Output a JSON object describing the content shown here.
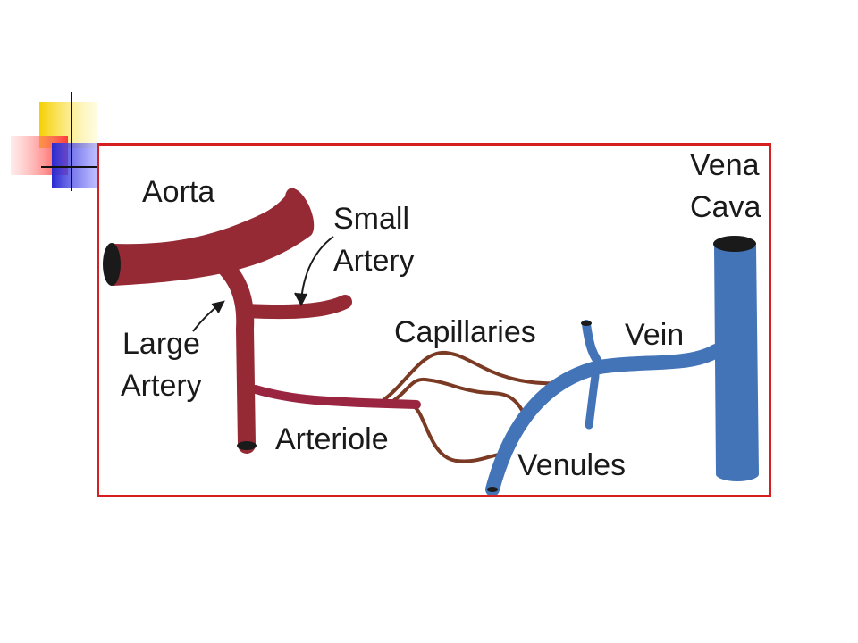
{
  "colors": {
    "artery": "#952a35",
    "arteriole": "#9a2540",
    "capillary": "#7a3a24",
    "vein": "#4374b8",
    "frame_border": "#d42020",
    "label_text": "#1a1a1a"
  },
  "labels": {
    "aorta": "Aorta",
    "small_artery_1": "Small",
    "small_artery_2": "Artery",
    "large_artery_1": "Large",
    "large_artery_2": "Artery",
    "capillaries": "Capillaries",
    "arteriole": "Arteriole",
    "vein": "Vein",
    "vena_cava_1": "Vena",
    "vena_cava_2": "Cava",
    "venules": "Venules"
  }
}
